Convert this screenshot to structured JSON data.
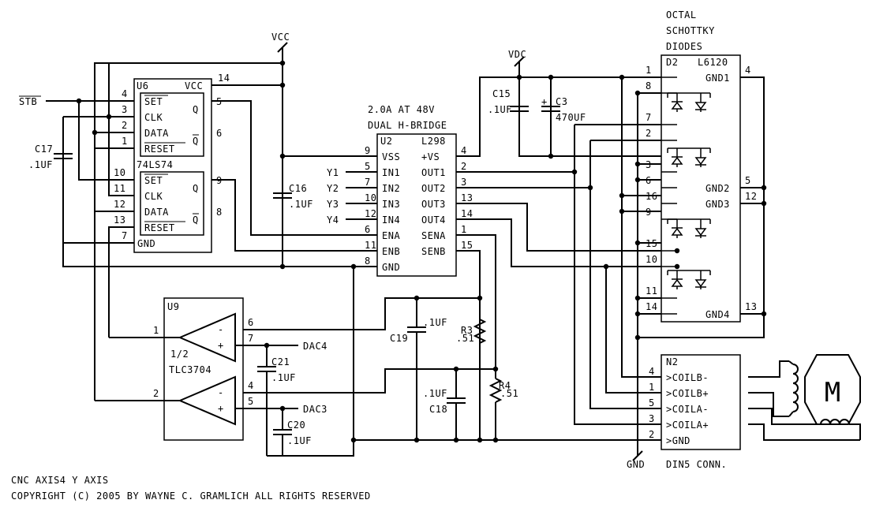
{
  "title": {
    "line1": "CNC AXIS4 Y AXIS",
    "line2": "COPYRIGHT (C) 2005 BY WAYNE C. GRAMLICH  ALL RIGHTS RESERVED"
  },
  "nets": {
    "vcc": "VCC",
    "vdc": "VDC",
    "gnd": "GND",
    "stb": "STB",
    "y1": "Y1",
    "y2": "Y2",
    "y3": "Y3",
    "y4": "Y4",
    "dac4": "DAC4",
    "dac3": "DAC3"
  },
  "u6": {
    "ref": "U6",
    "part": "74LS74",
    "vcc": "VCC",
    "gnd": "GND",
    "top_pins": {
      "set": "SET",
      "clk": "CLK",
      "data": "DATA",
      "reset": "RESET",
      "q": "Q",
      "qb": "Q"
    },
    "bot_pins": {
      "set": "SET",
      "clk": "CLK",
      "data": "DATA",
      "reset": "RESET",
      "q": "Q",
      "qb": "Q"
    },
    "pin_numbers": {
      "p4": "4",
      "p3": "3",
      "p2": "2",
      "p1": "1",
      "p14": "14",
      "p5": "5",
      "p6": "6",
      "p10": "10",
      "p11": "11",
      "p12": "12",
      "p13": "13",
      "p9": "9",
      "p8": "8",
      "p7": "7"
    }
  },
  "u2": {
    "ref": "U2",
    "part": "L298",
    "desc1": "2.0A AT 48V",
    "desc2": "DUAL H-BRIDGE",
    "left_pins": [
      "VSS",
      "IN1",
      "IN2",
      "IN3",
      "IN4",
      "ENA",
      "ENB",
      "GND"
    ],
    "left_nums": [
      "9",
      "5",
      "7",
      "10",
      "12",
      "6",
      "11",
      "8"
    ],
    "right_pins": [
      "+VS",
      "OUT1",
      "OUT2",
      "OUT3",
      "OUT4",
      "SENA",
      "SENB"
    ],
    "right_nums": [
      "4",
      "2",
      "3",
      "13",
      "14",
      "1",
      "15"
    ]
  },
  "d2": {
    "heading1": "OCTAL",
    "heading2": "SCHOTTKY",
    "heading3": "DIODES",
    "ref": "D2",
    "part": "L6120",
    "gnd_pins": [
      "GND1",
      "GND2",
      "GND3",
      "GND4"
    ],
    "gnd_nums": [
      "4",
      "5",
      "12",
      "13"
    ],
    "left_nums": [
      "1",
      "8",
      "7",
      "2",
      "3",
      "6",
      "16",
      "9",
      "15",
      "10",
      "11",
      "14"
    ]
  },
  "n2": {
    "ref": "N2",
    "name": "DIN5 CONN.",
    "pins": [
      "COILB-",
      "COILB+",
      "COILA-",
      "COILA+",
      "GND"
    ],
    "nums": [
      "4",
      "1",
      "5",
      "3",
      "2"
    ]
  },
  "u9": {
    "ref": "U9",
    "half": "1/2",
    "part": "TLC3704",
    "pin_numbers": {
      "p1": "1",
      "p6": "6",
      "p7": "7",
      "p2": "2",
      "p4": "4",
      "p5": "5"
    },
    "minus": "-",
    "plus": "+"
  },
  "caps": {
    "c17": {
      "ref": "C17",
      "val": ".1UF"
    },
    "c15": {
      "ref": "C15",
      "val": ".1UF"
    },
    "c3": {
      "ref": "C3",
      "val": "470UF"
    },
    "c16": {
      "ref": "C16",
      "val": ".1UF"
    },
    "c19": {
      "ref": "C19",
      "val": ".1UF"
    },
    "c21": {
      "ref": "C21",
      "val": ".1UF"
    },
    "c20": {
      "ref": "C20",
      "val": ".1UF"
    },
    "c18": {
      "ref": "C18",
      "val": ".1UF"
    }
  },
  "resistors": {
    "r3": {
      "ref": "R3",
      "val": ".51"
    },
    "r4": {
      "ref": "R4",
      "val": ".51"
    }
  },
  "motor": {
    "label": "M"
  }
}
